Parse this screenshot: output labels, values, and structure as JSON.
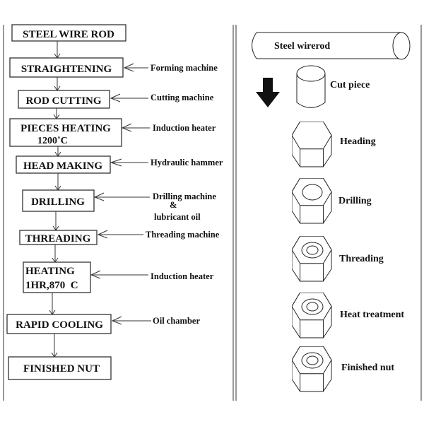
{
  "flowchart": {
    "steps": [
      {
        "label": "STEEL WIRE ROD"
      },
      {
        "label": "STRAIGHTENING",
        "tool": "Forming machine"
      },
      {
        "label": "ROD CUTTING",
        "tool": "Cutting machine"
      },
      {
        "label": "PIECES HEATING",
        "sub": "1200˚C",
        "tool": "Induction heater"
      },
      {
        "label": "HEAD MAKING",
        "tool": "Hydraulic hammer"
      },
      {
        "label": "DRILLING",
        "tool": "Drilling machine",
        "tool_amp": "&",
        "tool2": "lubricant oil"
      },
      {
        "label": "THREADING",
        "tool": "Threading machine"
      },
      {
        "label": "HEATING",
        "sub": "1HR,870  C",
        "tool": "Induction heater"
      },
      {
        "label": "RAPID COOLING",
        "tool": "Oil chamber"
      },
      {
        "label": "FINISHED NUT"
      }
    ]
  },
  "illustration": {
    "rod_label": "Steel wirerod",
    "cut_label": "Cut piece",
    "nut_labels": [
      "Heading",
      "Drilling",
      "Threading",
      "Heat treatment",
      "Finished nut"
    ]
  }
}
